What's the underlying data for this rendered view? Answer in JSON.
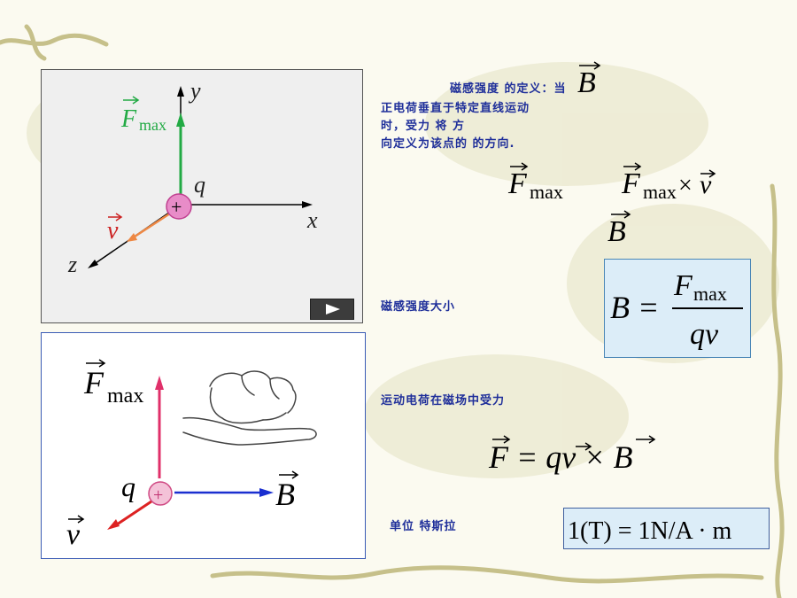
{
  "definition": {
    "line1": "磁感强度    的定义：当",
    "line2": "正电荷垂直于特定直线运动",
    "line3": "时，受力         将         方",
    "line4": "向定义为该点的     的方向.",
    "B_symbol": "B",
    "F_max_F": "F",
    "F_max_sub": "max",
    "cross_F": "F",
    "cross_sub": "max",
    "cross_op": "×",
    "cross_v": "v",
    "B_under": "B"
  },
  "magnitude": {
    "label": "磁感强度大小",
    "lhs": "B =",
    "num_F": "F",
    "num_sub": "max",
    "den": "qv"
  },
  "force": {
    "label": "运动电荷在磁场中受力",
    "formula": "F = qv × B"
  },
  "unit": {
    "label": "单位  特斯拉",
    "formula": "1(T) = 1N/A · m"
  },
  "diagram1": {
    "y_label": "y",
    "x_label": "x",
    "z_label": "z",
    "q_label": "q",
    "F_label": "F",
    "F_sub": "max",
    "v_label": "v",
    "plus": "+"
  },
  "diagram2": {
    "F_label": "F",
    "F_sub": "max",
    "B_label": "B",
    "q_label": "q",
    "v_label": "v",
    "plus": "+"
  },
  "colors": {
    "text_blue": "#1f2f9a",
    "force_green": "#22aa44",
    "velocity_red": "#cc2222",
    "axis_black": "#000000",
    "charge_pink": "#e060b0",
    "force_pink": "#e0306a",
    "field_blue": "#1a2fd0",
    "box_fill": "#dcedf8"
  },
  "icons": [
    "play-icon",
    "right-hand-icon"
  ]
}
